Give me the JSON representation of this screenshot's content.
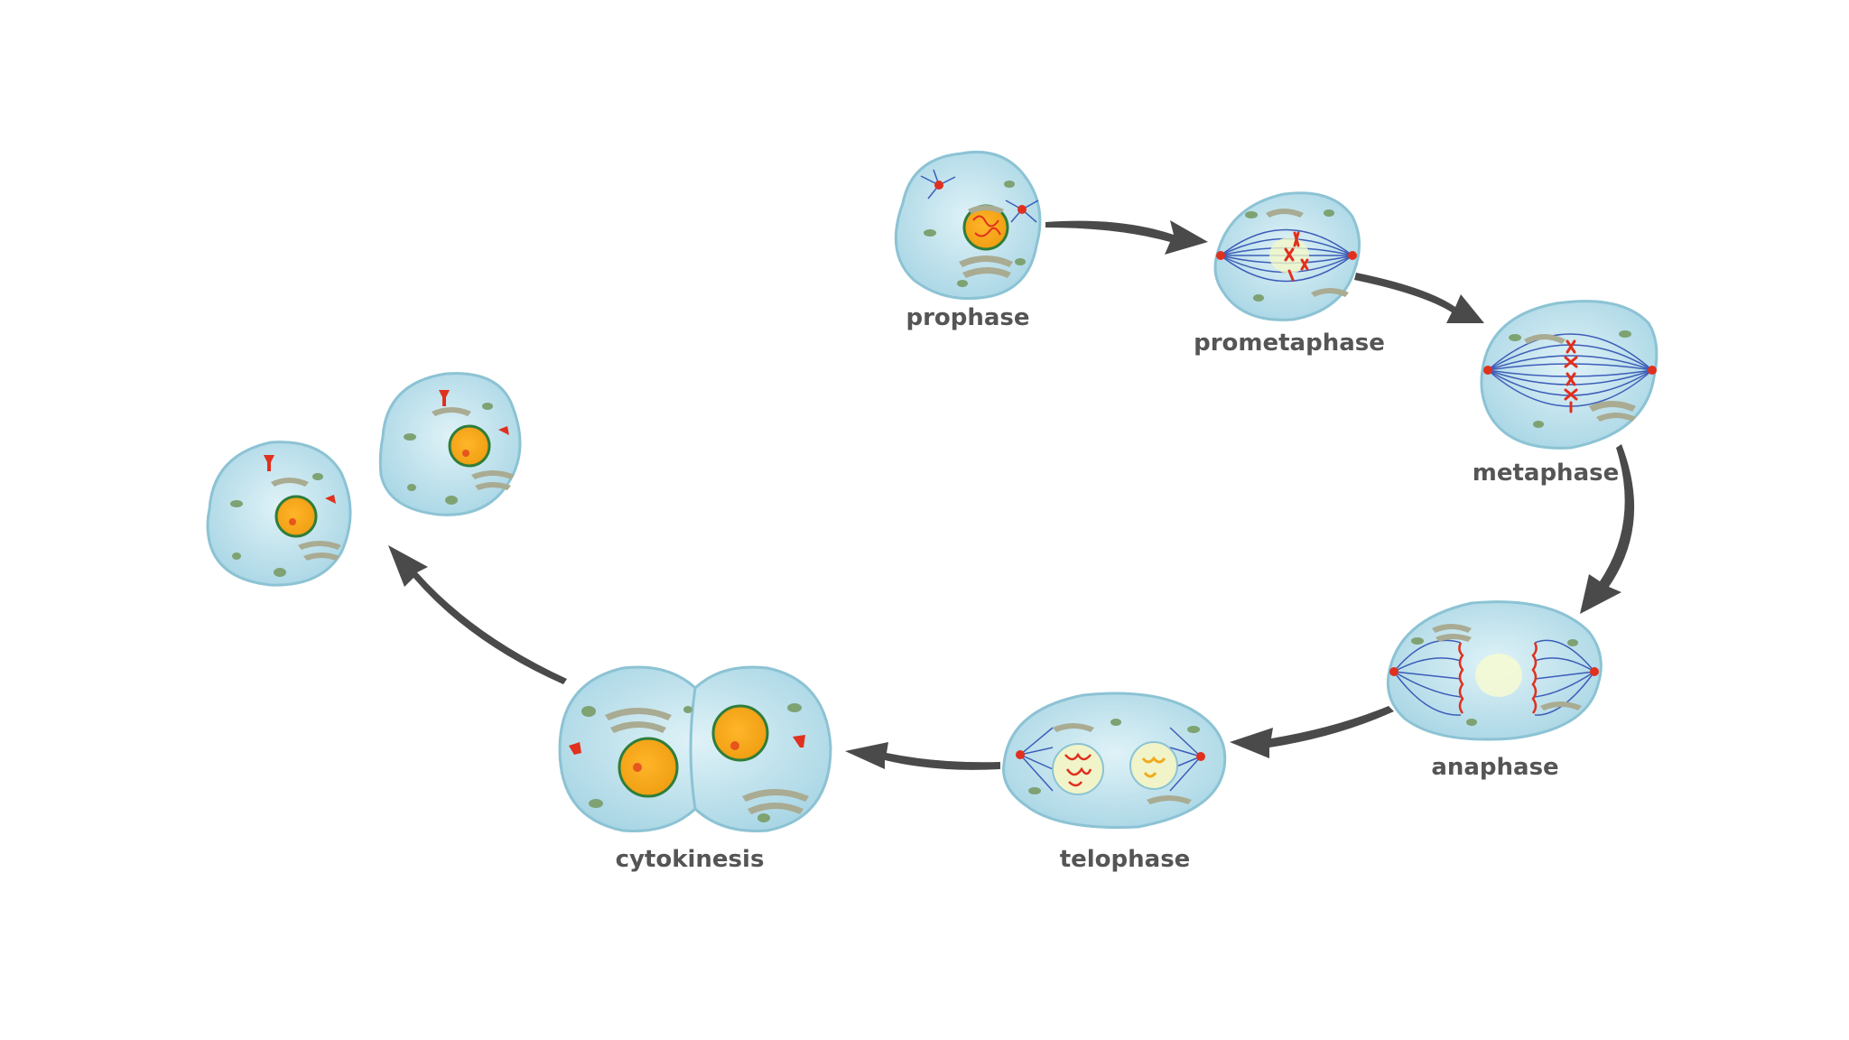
{
  "stages": [
    {
      "id": "prophase",
      "label": "prophase"
    },
    {
      "id": "prometaphase",
      "label": "prometaphase"
    },
    {
      "id": "metaphase",
      "label": "metaphase"
    },
    {
      "id": "anaphase",
      "label": "anaphase"
    },
    {
      "id": "telophase",
      "label": "telophase"
    },
    {
      "id": "cytokinesis",
      "label": "cytokinesis"
    }
  ],
  "colors": {
    "cytoplasm": "#bfe3ee",
    "membrane": "#8cc3d4",
    "nucleus": "#f2a91c",
    "nucleus_rim": "#2f7d3a",
    "chromosome": "#e0301e",
    "spindle": "#3d5db8",
    "organelle": "#7ea272",
    "golgi": "#a9ab92",
    "arrow": "#4a4a4a",
    "label": "#555555"
  }
}
